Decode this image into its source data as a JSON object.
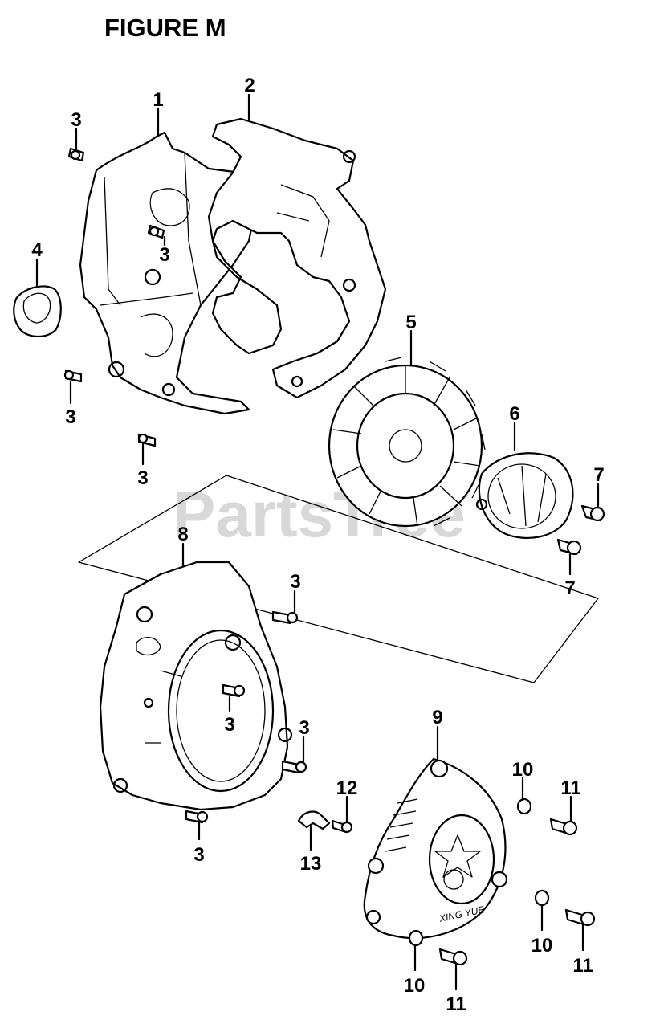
{
  "title": "FIGURE M",
  "watermark": "PartsTree",
  "callouts": [
    "1",
    "2",
    "3",
    "3",
    "3",
    "3",
    "3",
    "3",
    "3",
    "3",
    "4",
    "5",
    "6",
    "7",
    "7",
    "8",
    "9",
    "10",
    "10",
    "10",
    "11",
    "11",
    "11",
    "12",
    "13"
  ],
  "parts": {
    "p1": "engine-housing-left",
    "p2": "engine-housing-right",
    "p4": "cap",
    "p5": "flywheel",
    "p6": "clutch-cup",
    "p7": "bolt",
    "p8": "fan-cover",
    "p9": "recoil-starter",
    "p10": "washer",
    "p11": "bolt",
    "p12": "screw",
    "p13": "clip"
  },
  "starter_emblem": "XING YUE"
}
